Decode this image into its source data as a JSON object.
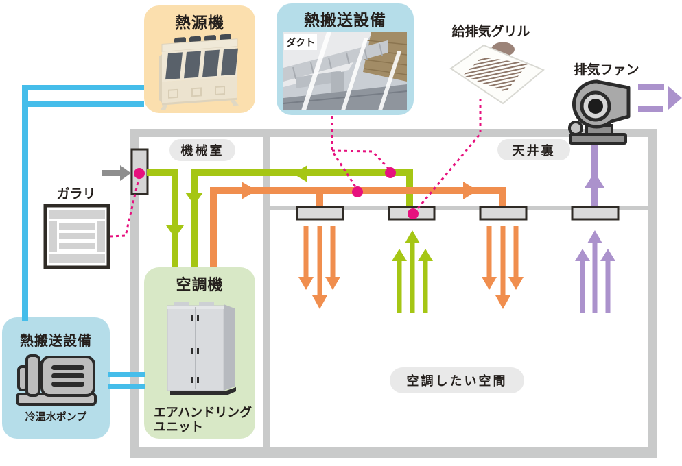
{
  "labels": {
    "grille": "給排気グリル",
    "fan": "排気ファン",
    "louver": "ガラリ"
  },
  "boxes": {
    "heat_source": {
      "title": "熱源機"
    },
    "duct": {
      "title": "熱搬送設備",
      "tag": "ダクト"
    },
    "pump": {
      "title": "熱搬送設備",
      "caption": "冷温水ポンプ"
    },
    "ahu": {
      "title": "空調機",
      "caption_line1": "エアハンドリング",
      "caption_line2": "ユニット"
    }
  },
  "rooms": {
    "machine_room": "機械室",
    "ceiling_space": "天井裏",
    "conditioned_space": "空調したい空間"
  },
  "icons": {
    "chiller": "chiller-unit-icon",
    "duct_photo": "spiral-duct-photo",
    "grille": "ceiling-grille-icon",
    "exhaust_fan": "centrifugal-fan-icon",
    "louver": "louver-grate-icon",
    "pump": "water-pump-icon",
    "ahu": "ahu-cabinet-icon",
    "intake": "gray-right-arrow-icon"
  },
  "colors": {
    "green": "#a5c614",
    "orange": "#f08e4e",
    "purple": "#ab92cc",
    "cyan": "#45bdea",
    "pink": "#e6117e",
    "wall": "#c9caca",
    "pill": "#e9e9e9",
    "peach": "#fbdfae",
    "lightblue": "#b5dde9",
    "lightgreen": "#d8e8c6",
    "diffuser": "#dadada",
    "outline": "#2f2b26",
    "grayarrow": "#8e8e8e",
    "text": "#241f1c"
  }
}
